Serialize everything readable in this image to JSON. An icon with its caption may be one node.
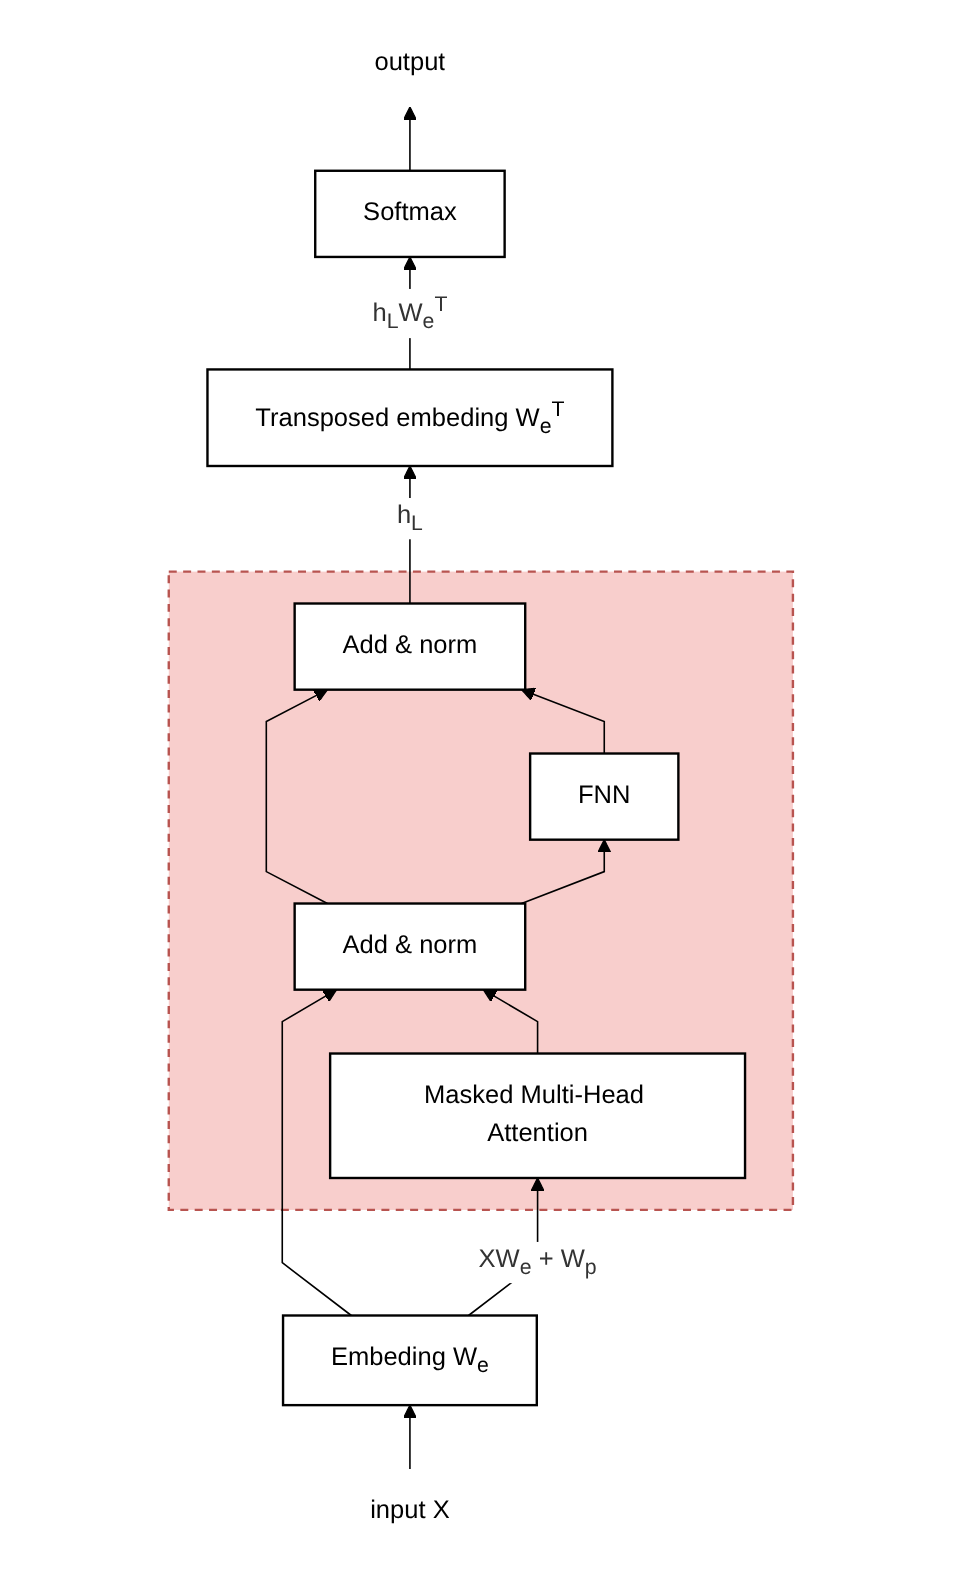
{
  "diagram": {
    "nodes": [
      {
        "text": [
          "output"
        ]
      },
      {
        "text": [
          "Softmax"
        ]
      },
      {
        "text": [
          "Transposed embeding W$_{e}$$^{T}$"
        ]
      },
      {
        "text": [],
        "shape": "box"
      },
      {
        "text": [
          "Add & norm"
        ],
        "in": 3
      },
      {
        "text": [
          "FNN"
        ],
        "in": 3
      },
      {
        "text": [
          "Add & norm"
        ],
        "in": 3
      },
      {
        "text": [
          "Masked Multi-Head Attention"
        ],
        "in": 3
      },
      {
        "text": [
          "Embeding W$_{e}$"
        ]
      },
      {
        "text": [
          "input X"
        ]
      }
    ],
    "edges": [
      {
        "from": 9,
        "to": 8,
        "arrow": "to"
      },
      {
        "from": 8,
        "to": 7,
        "label": "XW$_{e}$ + W$_{p}$",
        "arrow": "to"
      },
      {
        "from": 8,
        "to": 6,
        "arrow": "to"
      },
      {
        "from": 7,
        "to": 6,
        "arrow": "to"
      },
      {
        "from": 6,
        "to": 5,
        "arrow": "to"
      },
      {
        "from": 6,
        "to": 4,
        "arrow": "to"
      },
      {
        "from": 5,
        "to": 4,
        "arrow": "to"
      },
      {
        "from": 4,
        "to": 2,
        "label": "h$_{L}$",
        "arrow": "to"
      },
      {
        "from": 2,
        "to": 1,
        "label": "h$_{L}$W$_{e}$$^{T}$",
        "arrow": "to"
      },
      {
        "from": 1,
        "to": 0,
        "arrow": "to"
      }
    ]
  }
}
